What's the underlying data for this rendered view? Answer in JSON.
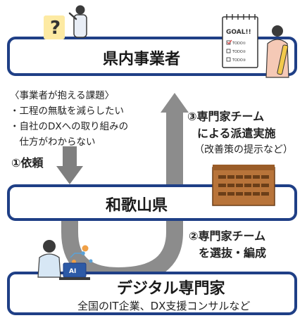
{
  "top_box": {
    "title": "県内事業者"
  },
  "issues": {
    "heading": "〈事業者が抱える課題〉",
    "line1": "・工程の無駄を減らしたい",
    "line2": "・自社のDXへの取り組みの",
    "line3": "　仕方がわからない"
  },
  "steps": {
    "step1": "①依頼",
    "step2_line1": "②専門家チーム",
    "step2_line2": "を選抜・編成",
    "step3_line1": "③専門家チーム",
    "step3_line2": "による派遣実施",
    "step3_note": "（改善策の提示など）"
  },
  "middle_box": {
    "title": "和歌山県"
  },
  "bottom_box": {
    "title": "デジタル専門家",
    "subtitle": "全国のIT企業、DX支援コンサルなど"
  },
  "illustration": {
    "goal_text": "GOAL!!",
    "todo1": "TODO①",
    "todo2": "TODO②",
    "todo3": "TODO③",
    "question": "?",
    "ai_label": "AI"
  },
  "colors": {
    "box_border": "#1f3f86",
    "arrow_gray": "#8a8a8a",
    "accent_orange": "#f0a046"
  }
}
